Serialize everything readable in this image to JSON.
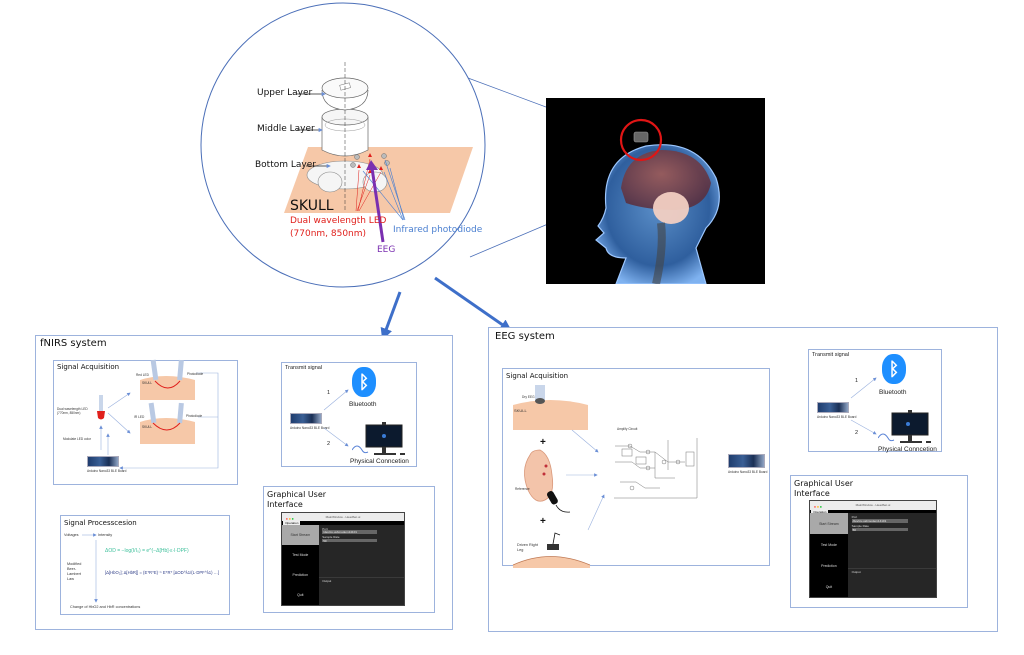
{
  "lens": {
    "labels": {
      "upper": "Upper Layer",
      "middle": "Middle Layer",
      "bottom": "Bottom Layer",
      "skull": "SKULL",
      "led_line1": "Dual wavelength LED",
      "led_line2": "(770nm, 850nm)",
      "photodiode": "Infrared photodiode",
      "eeg": "EEG"
    },
    "colors": {
      "led": "#e0201c",
      "photodiode": "#4a7fd0",
      "eeg": "#7a2fb0",
      "skull": "#f6c8a8",
      "highlight_ring": "#e01515"
    }
  },
  "fnirs": {
    "title": "fNIRS system",
    "acquisition": {
      "title": "Signal Acquisition",
      "led_label_1": "Dual wavelength LED",
      "led_label_2": "(770nm, 850nm)",
      "modulate": "Modulate LED color",
      "board": "Arduino Nano33 BLE Board",
      "skull_top": "SKULL",
      "skull_bottom": "SKULL",
      "top_left_label": "Red LED",
      "top_right_label": "Photodiode",
      "bottom_left_label": "IR LED",
      "bottom_right_label": "Photodiode"
    },
    "transmit": {
      "title": "Transmit signal",
      "option1_num": "1",
      "option2_num": "2",
      "bluetooth": "Bluetooth",
      "physical": "Physical Conncetion",
      "board": "Arduino Nano33 BLE Board"
    },
    "processing": {
      "title": "Signal Processcesion",
      "voltages": "Voltages",
      "intensity": "Intensity",
      "mbll_1": "Modified",
      "mbll_2": "Beer-",
      "mbll_3": "Lambert",
      "mbll_4": "Law",
      "eq1": "ΔOD = −log(I/I₀) = e^(−Δ[Hb]·ε·l·DPF)",
      "eq2": "[Δ[HbO₂]; Δ[HbR]] = (EᵀRᵀE)⁻¹ EᵀRᵀ [ΔOD^λ1/(L·DPF^λ1) …]",
      "result": "Change of HbO2 and HbR concentrations"
    },
    "gui": {
      "title_line1": "Graphical User",
      "title_line2": "Interface"
    }
  },
  "eeg": {
    "title": "EEG system",
    "acquisition": {
      "title": "Signal Acquisition",
      "electrode": "Dry EEG",
      "skull": "SKULL",
      "plus1": "+",
      "plus2": "+",
      "reference": "Reference",
      "drl_1": "Driven Right",
      "drl_2": "Leg",
      "amplifier": "Amplify Circuit",
      "board": "Arduino Nano33 BLE Board"
    },
    "transmit": {
      "title": "Transmit signal",
      "option1_num": "1",
      "option2_num": "2",
      "bluetooth": "Bluetooth",
      "physical": "Physical Conncetion",
      "board": "Arduino Nano33 BLE Board"
    },
    "gui": {
      "title_line1": "Graphical User",
      "title_line2": "Interface"
    }
  },
  "gui_mock": {
    "window_title": "MainWindow - HeadSet.ui",
    "tab": "Operation",
    "side_items": [
      "Start Stream",
      "Test Mode",
      "Prediction",
      "Quit"
    ],
    "fields": [
      {
        "label": "Port",
        "value": "/dev/cu.usbmodem14101"
      },
      {
        "label": "Sample Rate",
        "value": "50"
      }
    ],
    "output_label": "Output"
  },
  "colors": {
    "frame": "#9db3dd",
    "arrow": "#3e6fc9",
    "bluetooth": "#1e8fff"
  }
}
